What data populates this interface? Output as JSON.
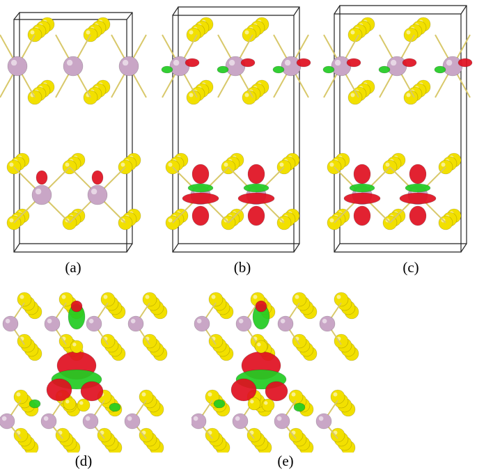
{
  "figure": {
    "panels": [
      {
        "id": "a",
        "label": "(a)"
      },
      {
        "id": "b",
        "label": "(b)"
      },
      {
        "id": "c",
        "label": "(c)"
      },
      {
        "id": "d",
        "label": "(d)"
      },
      {
        "id": "e",
        "label": "(e)"
      }
    ],
    "colors": {
      "sulfur": "#f2e000",
      "metal": "#c9a6c6",
      "bond": "#d8c86a",
      "charge_accumulation": "#e01020",
      "charge_depletion": "#22cc22",
      "cell_edge": "#222222"
    }
  }
}
